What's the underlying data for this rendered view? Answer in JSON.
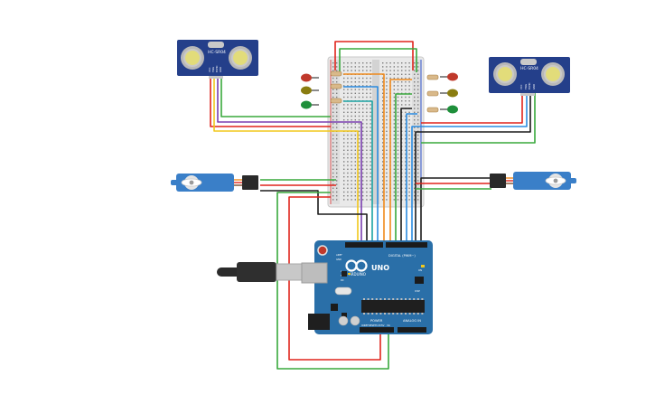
{
  "sensors": [
    {
      "model": "HC-SR04",
      "pins": [
        "VCC",
        "TRIG",
        "ECHO",
        "GND"
      ]
    },
    {
      "model": "HC-SR04",
      "pins": [
        "VCC",
        "TRIG",
        "ECHO",
        "GND"
      ]
    }
  ],
  "board": {
    "logo": "UNO",
    "brand": "ARDUINO",
    "digital_label": "DIGITAL (PWM~)",
    "power_label": "POWER",
    "analog_label": "ANALOG IN",
    "aref": "AREF",
    "gnd": "GND",
    "ioref": "IOREF",
    "reset": "RESET",
    "v33": "3.3V",
    "v5": "5V",
    "vin": "Vin",
    "tx": "TX",
    "rx": "RX",
    "on": "ON",
    "l": "L",
    "icsp": "ICSP"
  },
  "leds_left": [
    {
      "color": "#c0392b"
    },
    {
      "color": "#8a7d10"
    },
    {
      "color": "#1e8f3a"
    }
  ],
  "leds_right": [
    {
      "color": "#c0392b"
    },
    {
      "color": "#8a7d10"
    },
    {
      "color": "#1e8f3a"
    }
  ],
  "wire_colors": {
    "red": "#e0241b",
    "green": "#38a83c",
    "black": "#1b1b1b",
    "orange": "#f08a1c",
    "yellow": "#f2c81c",
    "blue": "#2a8be0",
    "purple": "#7a3fb0",
    "teal": "#1aa3a3"
  },
  "accent": {
    "board_blue": "#2a6fa8",
    "sensor_blue": "#243f8a",
    "servo_blue": "#3a7fc8"
  }
}
